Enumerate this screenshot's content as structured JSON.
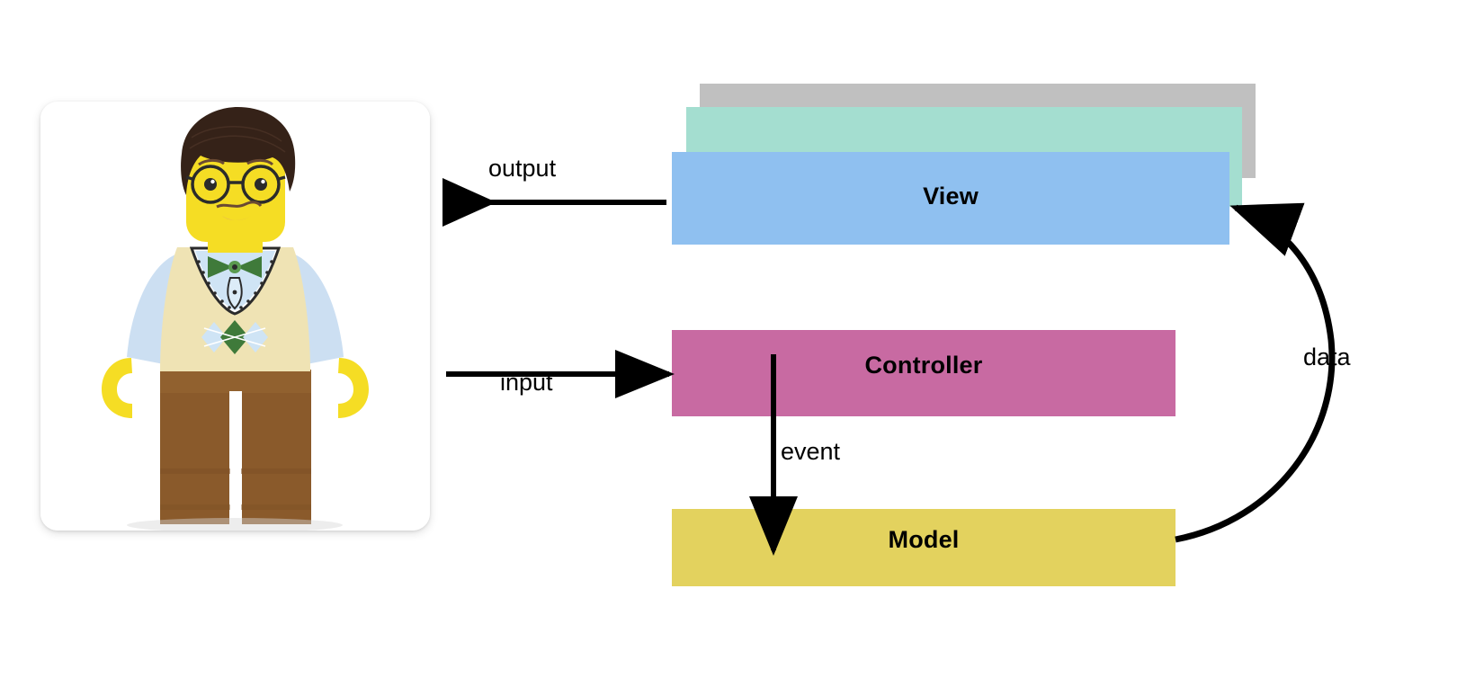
{
  "diagram": {
    "title": "MVC pattern diagram",
    "actor": {
      "name": "lego-minifigure-user",
      "description": "LEGO minifigure with dark brown hair, round black glasses, cream argyle sweater vest, light blue shirt, brown legs"
    },
    "boxes": [
      {
        "id": "stack-back",
        "label": "",
        "color": "#c0c0c0"
      },
      {
        "id": "stack-mid",
        "label": "",
        "color": "#a4ded0"
      },
      {
        "id": "view",
        "label": "View",
        "color": "#8fc0f0"
      },
      {
        "id": "controller",
        "label": "Controller",
        "color": "#c86aa2"
      },
      {
        "id": "model",
        "label": "Model",
        "color": "#e3d25e"
      }
    ],
    "edges": [
      {
        "id": "output",
        "label": "output",
        "from": "view",
        "to": "actor",
        "direction": "left"
      },
      {
        "id": "input",
        "label": "input",
        "from": "actor",
        "to": "controller",
        "direction": "right"
      },
      {
        "id": "event",
        "label": "event",
        "from": "controller",
        "to": "model",
        "direction": "down"
      },
      {
        "id": "data",
        "label": "data",
        "from": "model",
        "to": "view",
        "direction": "curved-up"
      }
    ],
    "colors": {
      "stack_back": "#c0c0c0",
      "stack_mid": "#a4ded0",
      "view": "#8fc0f0",
      "controller": "#c86aa2",
      "model": "#e3d25e",
      "arrow": "#000000",
      "background": "#ffffff"
    }
  }
}
